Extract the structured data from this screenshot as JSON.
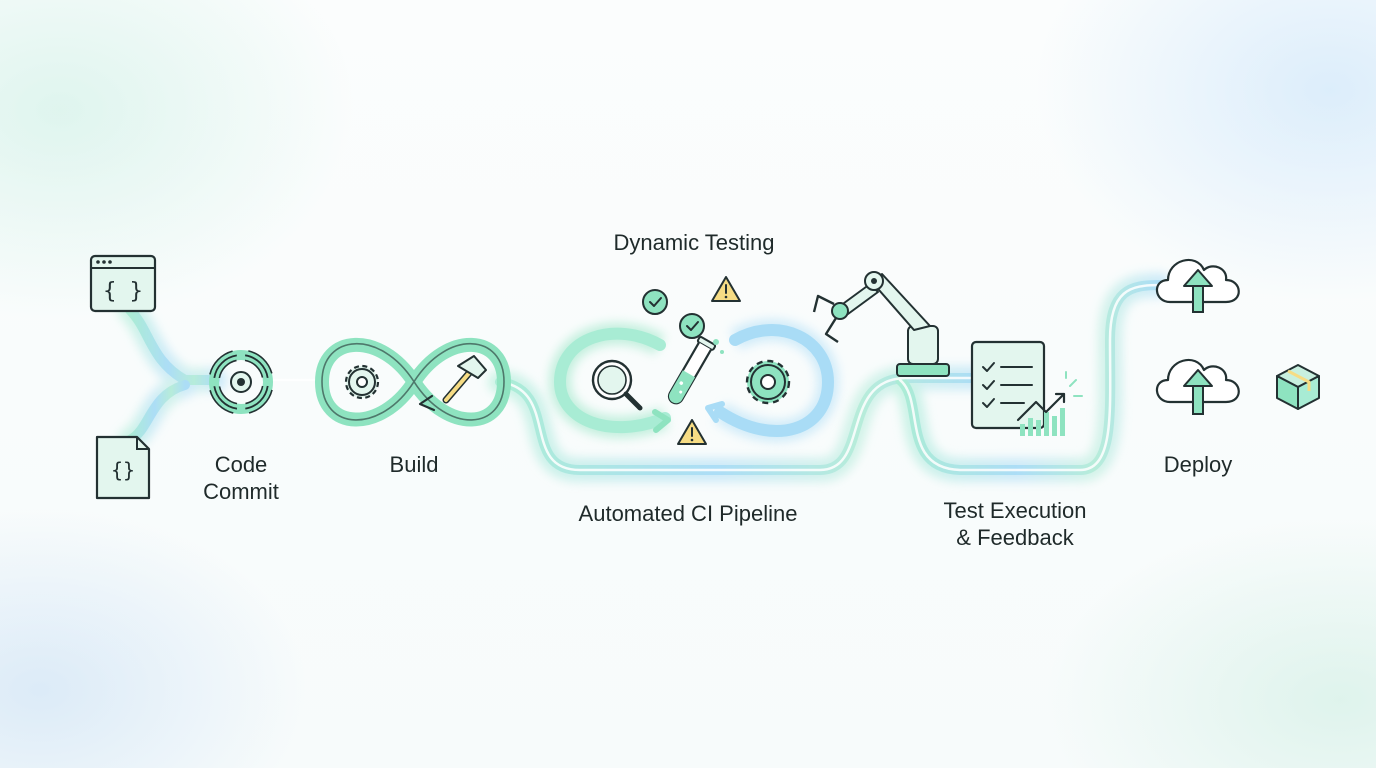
{
  "labels": {
    "code_commit": [
      "Code",
      "Commit"
    ],
    "build": "Build",
    "dynamic_testing": "Dynamic Testing",
    "automated_ci_pipeline": "Automated CI Pipeline",
    "test_execution_feedback": [
      "Test Execution",
      "& Feedback"
    ],
    "deploy": "Deploy"
  },
  "icons": {
    "browser_code": "code-browser-icon",
    "code_file": "code-file-icon",
    "commit": "commit-target-icon",
    "build": "infinity-gear-hammer-icon",
    "check": "check-circle-icon",
    "warning": "warning-triangle-icon",
    "search": "magnifier-icon",
    "test_tube": "test-tube-icon",
    "gear": "gear-icon",
    "robot_arm": "robot-arm-icon",
    "checklist": "checklist-chart-icon",
    "cloud_upload": "cloud-upload-icon",
    "package": "package-box-icon"
  },
  "colors": {
    "accent_green": "#8ee3c0",
    "icon_fill": "#e3f6ee",
    "stroke_dark": "#233132",
    "pipe_green": "#a8ecd4",
    "pipe_blue": "#a9dcf6",
    "warning_yellow": "#f6dc84"
  }
}
